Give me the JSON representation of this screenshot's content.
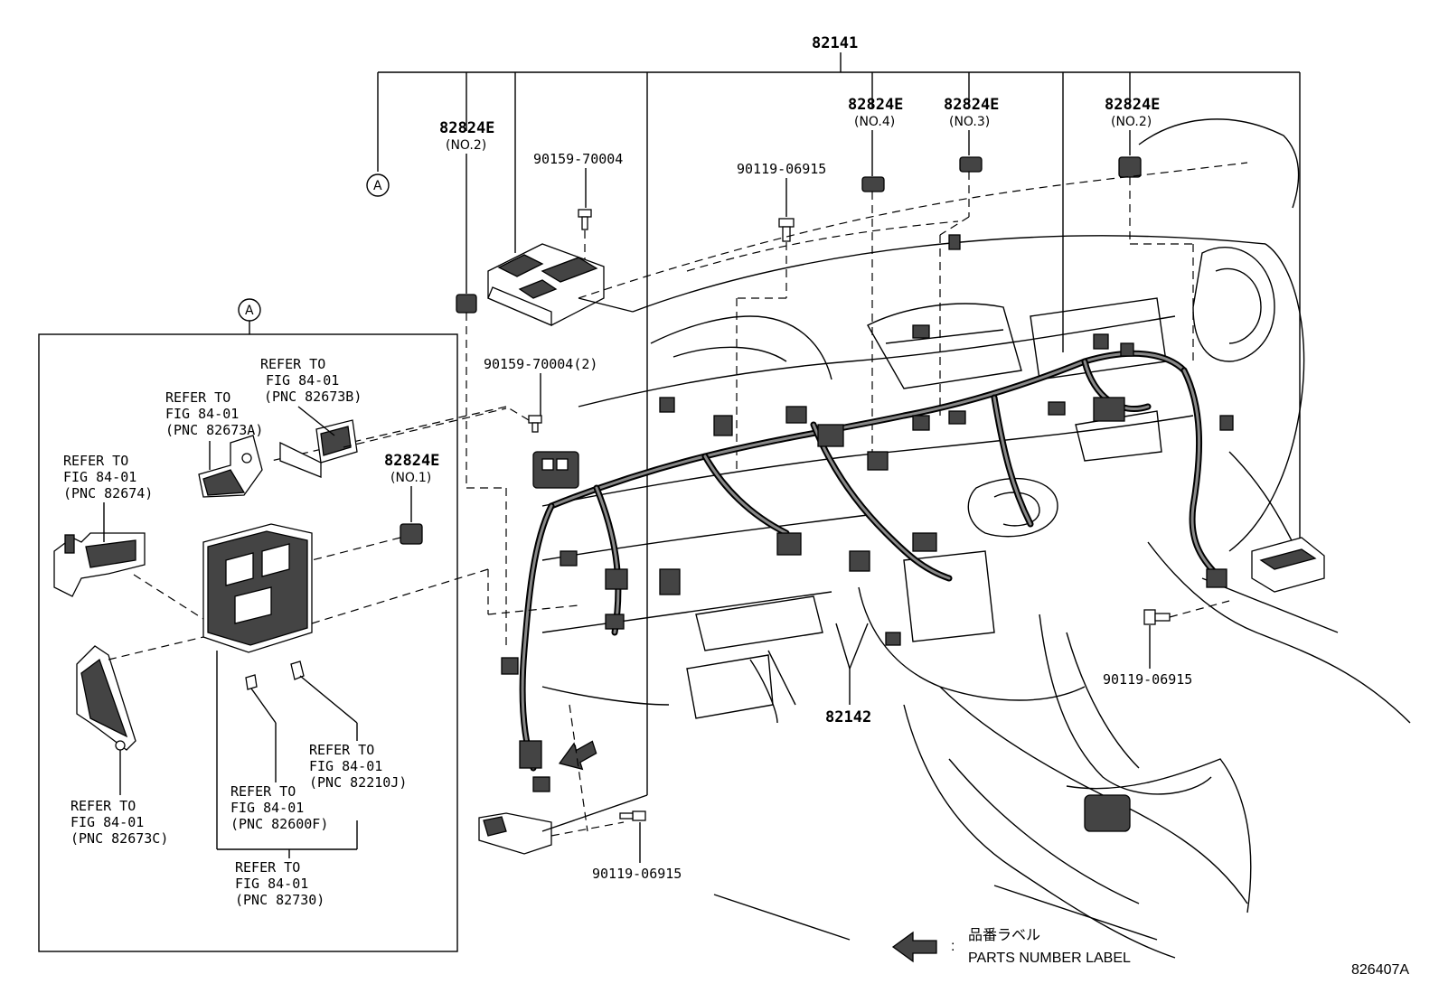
{
  "diagram": {
    "figure_id": "826407A",
    "main_harness_pnc": "82141",
    "sub_harness_pnc": "82142",
    "callout_letter": "A",
    "clips": [
      {
        "pnc": "82824E",
        "note": "(NO.2)"
      },
      {
        "pnc": "82824E",
        "note": "(NO.4)"
      },
      {
        "pnc": "82824E",
        "note": "(NO.3)"
      },
      {
        "pnc": "82824E",
        "note": "(NO.2)"
      },
      {
        "pnc": "82824E",
        "note": "(NO.1)"
      }
    ],
    "fasteners": [
      "90159-70004",
      "90159-70004(2)",
      "90119-06915",
      "90119-06915",
      "90119-06915"
    ],
    "refer_to": [
      {
        "line1": "REFER TO",
        "line2": "FIG 84-01",
        "line3": "(PNC 82673B)"
      },
      {
        "line1": "REFER TO",
        "line2": "FIG 84-01",
        "line3": "(PNC 82673A)"
      },
      {
        "line1": "REFER TO",
        "line2": "FIG 84-01",
        "line3": "(PNC 82674)"
      },
      {
        "line1": "REFER TO",
        "line2": "FIG 84-01",
        "line3": "(PNC 82210J)"
      },
      {
        "line1": "REFER TO",
        "line2": "FIG 84-01",
        "line3": "(PNC 82600F)"
      },
      {
        "line1": "REFER TO",
        "line2": "FIG 84-01",
        "line3": "(PNC 82673C)"
      },
      {
        "line1": "REFER TO",
        "line2": "FIG 84-01",
        "line3": "(PNC 82730)"
      }
    ],
    "legend": {
      "jp": "品番ラベル",
      "colon": ":",
      "en": "PARTS NUMBER LABEL"
    }
  }
}
